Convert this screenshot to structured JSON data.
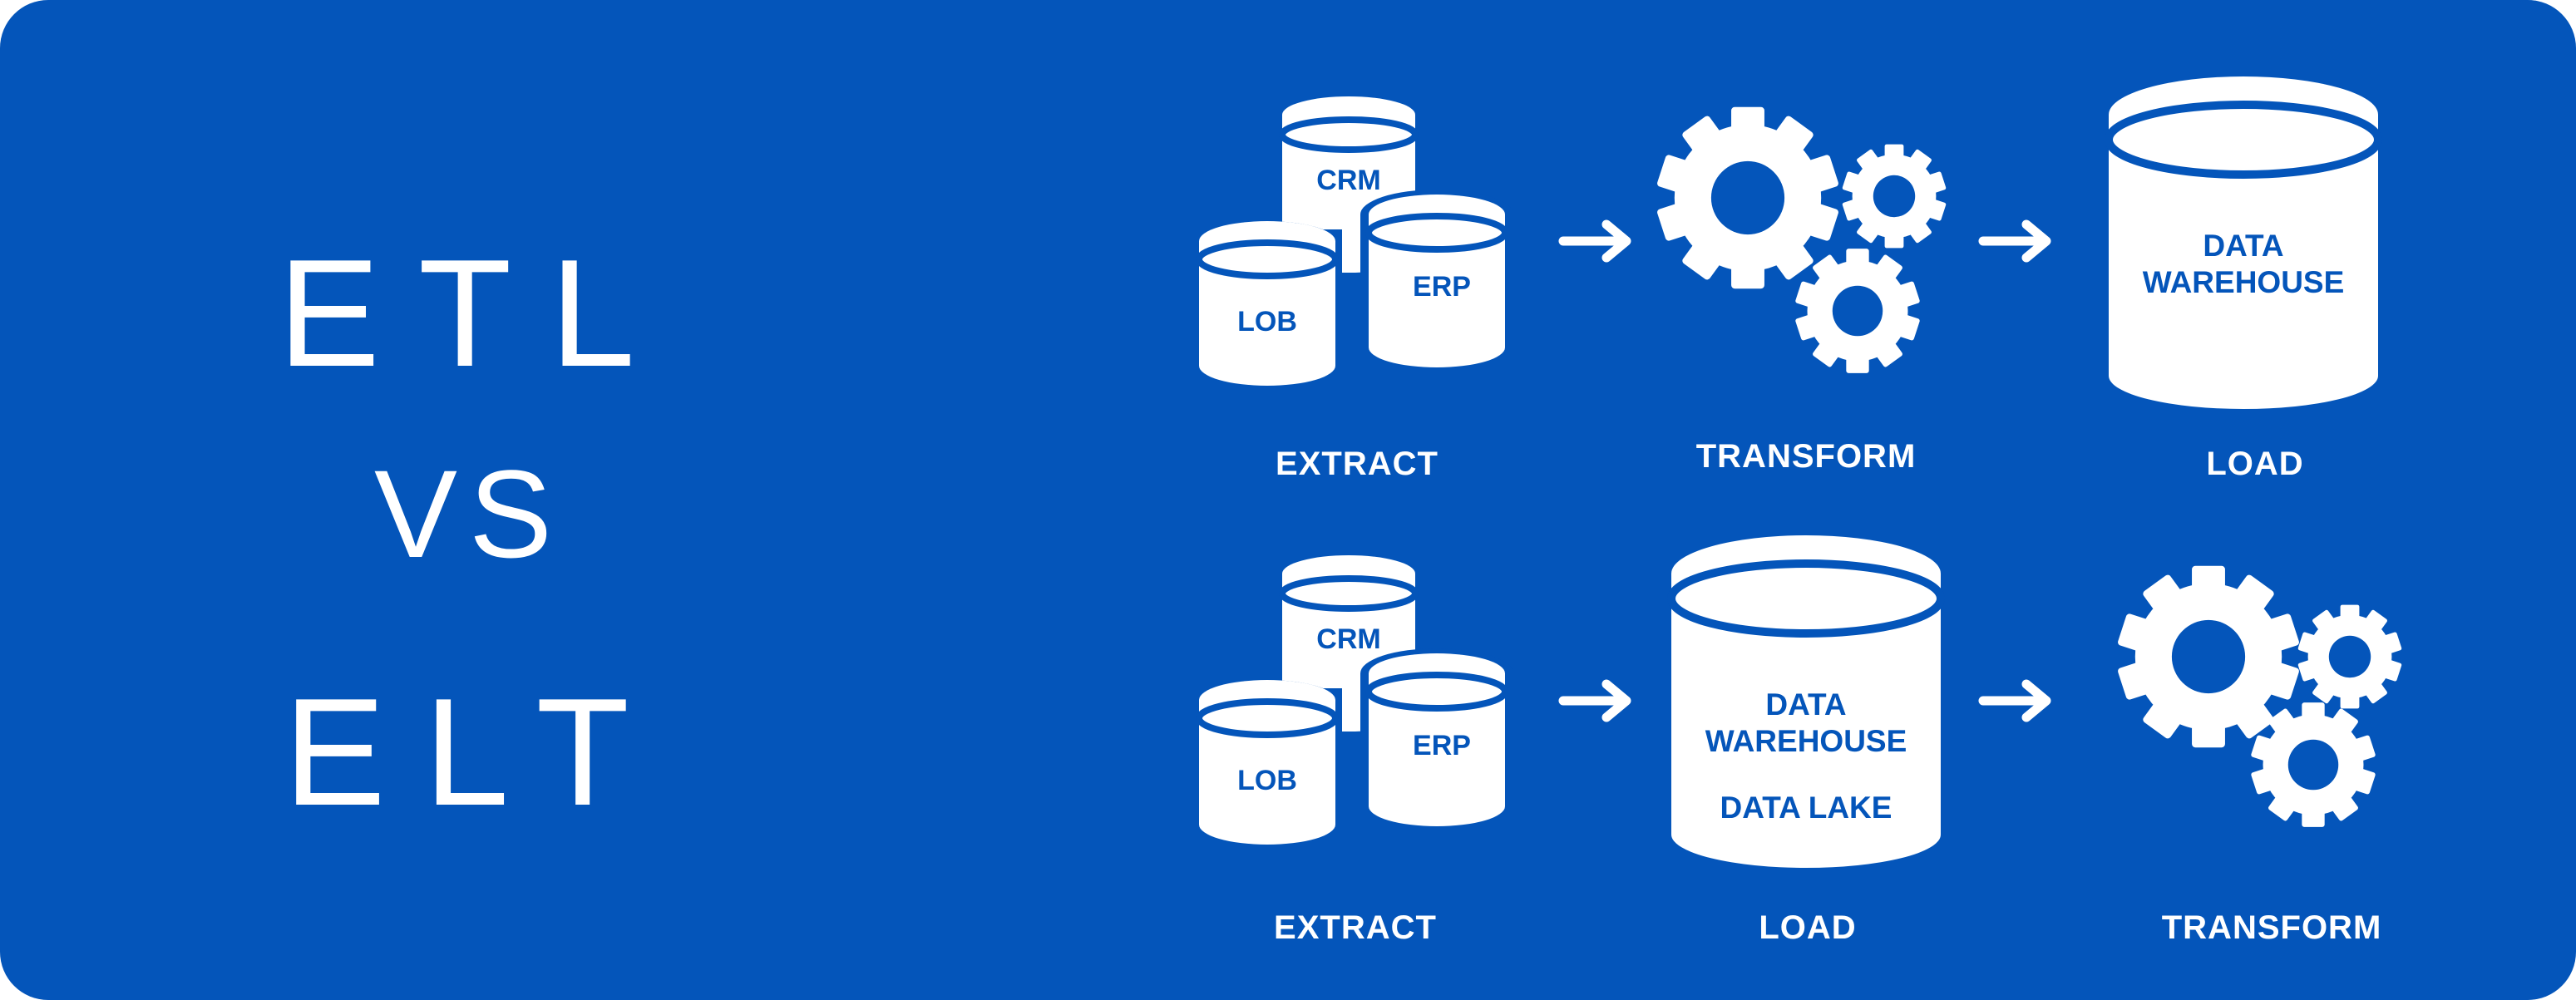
{
  "title": {
    "line1": "ETL",
    "line2": "VS",
    "line3": "ELT"
  },
  "colors": {
    "background": "#0455ba",
    "foreground": "#ffffff"
  },
  "etl": {
    "sources": {
      "crm": "CRM",
      "lob": "LOB",
      "erp": "ERP"
    },
    "warehouse": {
      "line1": "DATA",
      "line2": "WAREHOUSE"
    },
    "steps": {
      "extract": "EXTRACT",
      "transform": "TRANSFORM",
      "load": "LOAD"
    }
  },
  "elt": {
    "sources": {
      "crm": "CRM",
      "lob": "LOB",
      "erp": "ERP"
    },
    "warehouse": {
      "line1": "DATA",
      "line2": "WAREHOUSE",
      "line3": "DATA LAKE"
    },
    "steps": {
      "extract": "EXTRACT",
      "load": "LOAD",
      "transform": "TRANSFORM"
    }
  },
  "icons": {
    "database": "database-icon",
    "gears": "gears-icon",
    "arrow": "arrow-right-icon"
  }
}
